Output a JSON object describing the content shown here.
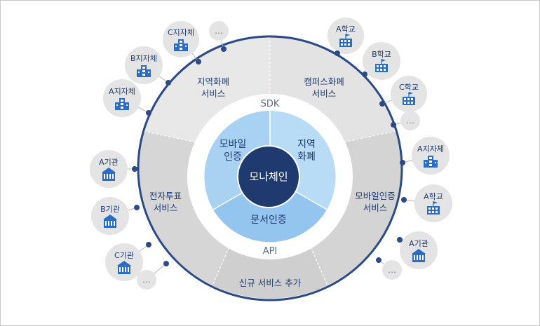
{
  "center": {
    "label": "모나체인"
  },
  "core": [
    {
      "id": "mobile",
      "line1": "모바일",
      "line2": "인증"
    },
    {
      "id": "local",
      "line1": "지역",
      "line2": "화폐"
    },
    {
      "id": "doc",
      "line1": "문서인증",
      "line2": ""
    }
  ],
  "ring": {
    "top": "SDK",
    "bottom": "API"
  },
  "segments": [
    {
      "id": "local-currency",
      "line1": "지역화폐",
      "line2": "서비스"
    },
    {
      "id": "campus-currency",
      "line1": "캠퍼스화폐",
      "line2": "서비스"
    },
    {
      "id": "mobile-auth",
      "line1": "모바일인증",
      "line2": "서비스"
    },
    {
      "id": "new-service",
      "line1": "신규 서비스 추가",
      "line2": ""
    },
    {
      "id": "e-voting",
      "line1": "전자투표",
      "line2": "서비스"
    }
  ],
  "bubbles": [
    {
      "label": "C지자체",
      "icon": "city-hall-icon"
    },
    {
      "label": "…",
      "icon": ""
    },
    {
      "label": "B지자체",
      "icon": "city-hall-icon"
    },
    {
      "label": "A지자체",
      "icon": "city-hall-icon"
    },
    {
      "label": "A학교",
      "icon": "school-icon"
    },
    {
      "label": "B학교",
      "icon": "school-icon"
    },
    {
      "label": "C학교",
      "icon": "school-icon"
    },
    {
      "label": "…",
      "icon": ""
    },
    {
      "label": "A지자체",
      "icon": "city-hall-icon"
    },
    {
      "label": "A학교",
      "icon": "school-icon"
    },
    {
      "label": "A기관",
      "icon": "institution-icon"
    },
    {
      "label": "…",
      "icon": ""
    },
    {
      "label": "A기관",
      "icon": "institution-icon"
    },
    {
      "label": "B기관",
      "icon": "institution-icon"
    },
    {
      "label": "C기관",
      "icon": "institution-icon"
    },
    {
      "label": "…",
      "icon": ""
    }
  ],
  "colors": {
    "navy": "#1f3a6e",
    "ring_blue": "#2b4a86",
    "core_light": "#a9d2f3",
    "core_mid": "#7fbbec",
    "segment_light": "#e6e6e6",
    "segment_dark": "#d2d2d2",
    "bubble": "#e4e4e4",
    "icon_blue": "#2b6cc4"
  }
}
